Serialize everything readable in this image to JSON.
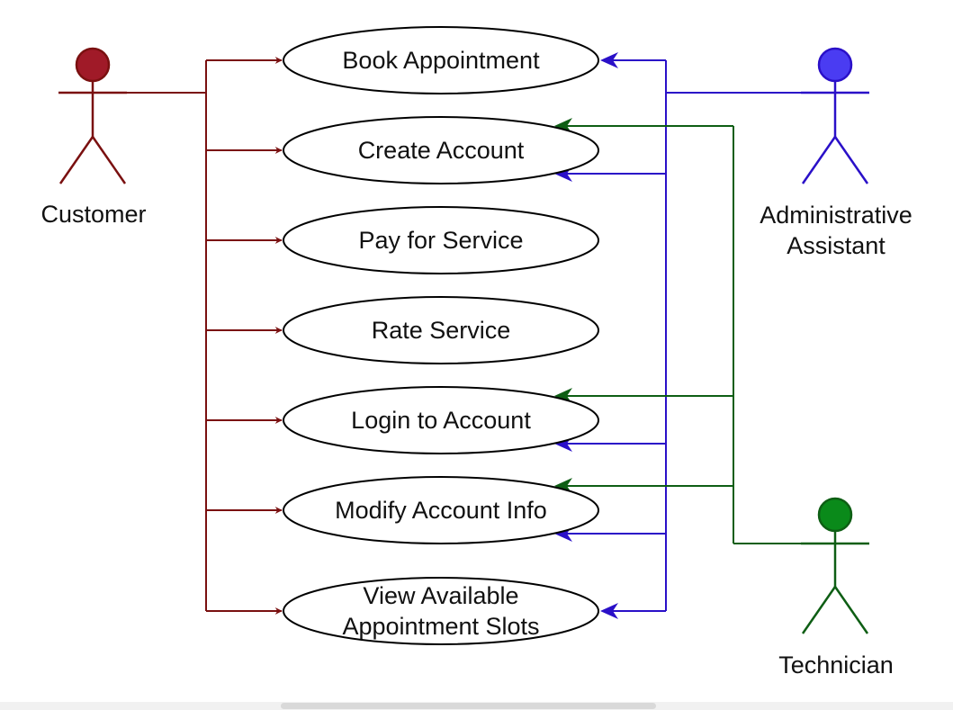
{
  "colors": {
    "customer": "#7a1010",
    "customer_head": "#a01a28",
    "admin": "#2a10c8",
    "admin_head": "#4a3cf2",
    "technician": "#0e5e14",
    "technician_head": "#0a8a1a",
    "ellipse_stroke": "#000000",
    "text": "#111111"
  },
  "actors": {
    "customer": {
      "name": "Customer"
    },
    "admin": {
      "name_line1": "Administrative",
      "name_line2": "Assistant"
    },
    "technician": {
      "name": "Technician"
    }
  },
  "use_cases": [
    {
      "id": "book-appointment",
      "lines": [
        "Book Appointment"
      ]
    },
    {
      "id": "create-account",
      "lines": [
        "Create Account"
      ]
    },
    {
      "id": "pay-for-service",
      "lines": [
        "Pay for Service"
      ]
    },
    {
      "id": "rate-service",
      "lines": [
        "Rate Service"
      ]
    },
    {
      "id": "login-to-account",
      "lines": [
        "Login to Account"
      ]
    },
    {
      "id": "modify-account-info",
      "lines": [
        "Modify Account Info"
      ]
    },
    {
      "id": "view-available-appointment-slots",
      "lines": [
        "View Available",
        "Appointment Slots"
      ]
    }
  ],
  "associations": {
    "customer": [
      "book-appointment",
      "create-account",
      "pay-for-service",
      "rate-service",
      "login-to-account",
      "modify-account-info",
      "view-available-appointment-slots"
    ],
    "admin": [
      "book-appointment",
      "create-account",
      "login-to-account",
      "modify-account-info",
      "view-available-appointment-slots"
    ],
    "technician": [
      "create-account",
      "login-to-account",
      "modify-account-info"
    ]
  }
}
